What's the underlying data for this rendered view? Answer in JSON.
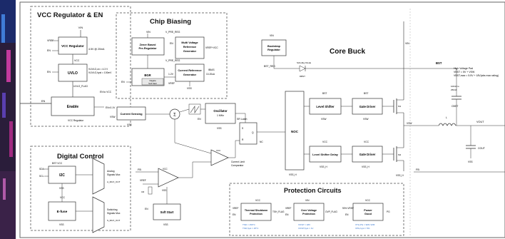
{
  "sections": {
    "vcc": "VCC Regulator & EN",
    "bias": "Chip Biasing",
    "core": "Core Buck",
    "digital": "Digital Control",
    "prot": "Protection Circuits"
  },
  "blocks": {
    "vcc_reg": "VCC Regulator",
    "uvlo": "UVLO",
    "enable": "Enable",
    "zener": [
      "Zener Based",
      "Pre-Regulator"
    ],
    "bgr": "BGR",
    "nagata": [
      "Nagata",
      "Soft Start"
    ],
    "mvref": [
      "Multi Voltage",
      "Reference",
      "Generator"
    ],
    "curref": [
      "Current Reference",
      "Generator"
    ],
    "bootstrap": [
      "Bootstrap",
      "Regulator"
    ],
    "cur_sense": "Current Sensing",
    "osc": [
      "Oscillator",
      "1 MHz"
    ],
    "noc": "NOC",
    "level_shifter": "Level Shifter",
    "ls_delay": "Level Shifter Delay",
    "gate1": "Gate Driver",
    "gate2": "Gate Driver",
    "i2c": "I2C",
    "efuse": "E-fuse",
    "analog_mux": [
      "Analog",
      "Signals Mux"
    ],
    "switching_mux": [
      "Switching",
      "Signals Mux"
    ],
    "soft_start": "Soft Start",
    "tsd": [
      "Thermal Shutdown",
      "Protection"
    ],
    "ovp": [
      "Over Voltage",
      "Protection"
    ],
    "pgood": [
      "Power",
      "Good"
    ],
    "sr_latch": "SR Latch",
    "cl_comp": [
      "Current Limit",
      "Comparator"
    ]
  },
  "labels": {
    "vin": "VIN",
    "vcc": "VCC",
    "vss": "VSS",
    "en": "EN",
    "en_bar": "EN",
    "fb": "FB",
    "bst": "BST",
    "bst_reg": "BST_REG",
    "vin_top": "VIN",
    "bst_note": [
      "High Voltage Pad",
      "VBST = 5V + VSW",
      "VBST,max = 5.5V + 18V(abs max rating)"
    ],
    "vcc_note": "4.5V @ 20mA",
    "uvlo_note": [
      "VUVLO,on = 4.3 V",
      "VUVLO,hyst = 100mV"
    ],
    "uvlo_flag": "UVLO_FLAG",
    "vpre_reg": "V_PRE_REG",
    "vref": "VREF+VCC",
    "ibias": "IBIAS",
    "ibias_val": "10-20uA",
    "v12": "1.2V",
    "vref_pin": "VREF",
    "scl": "SCL",
    "sda": "SDA",
    "bst_vcc": "BST VCC",
    "a_mux_out": "A_MUX_OUT",
    "s_mux_out": "S_MUX_OUT",
    "tsd_flag": "TSH_FLAG",
    "ovp_flag": "OVP_FLAG",
    "tsd_vals": [
      "TSD = 150°C",
      "TSD,hyst = 25°C"
    ],
    "ovp_vals": [
      "VOVP = 18V",
      "VOVP,hyst = 1V"
    ],
    "pg_vals": [
      "VTH,PG = 90% VFB",
      "VPG,hyst = 5%"
    ],
    "pg_pct": "90% VREF",
    "pg": "PG",
    "vss_h": "VSS_H",
    "vsw": "VSW",
    "vout": "VOUT",
    "cout": "COUT",
    "l": "L",
    "cbst": "CBST",
    "cbst_val": [
      "100nF to",
      "250nF"
    ],
    "cp": "CP",
    "cr": "CR",
    "nc": "NC",
    "schottky": "Schottky Diode",
    "diode_name": "DBST",
    "vss_hs": "VSS_H",
    "vss_ls": "VSS_LS",
    "osc_en": "EN",
    "vcc_regulator_lbl": "VCC Regulator",
    "en_lbl": "EN",
    "en_vcc": "EN to VCC",
    "en_thr": "EN=0.1V",
    "en_ref": "EN Ref",
    "m1": "M1",
    "m2": "M2",
    "sw_latch_s": "S",
    "sw_latch_r": "R",
    "q": "Q"
  }
}
